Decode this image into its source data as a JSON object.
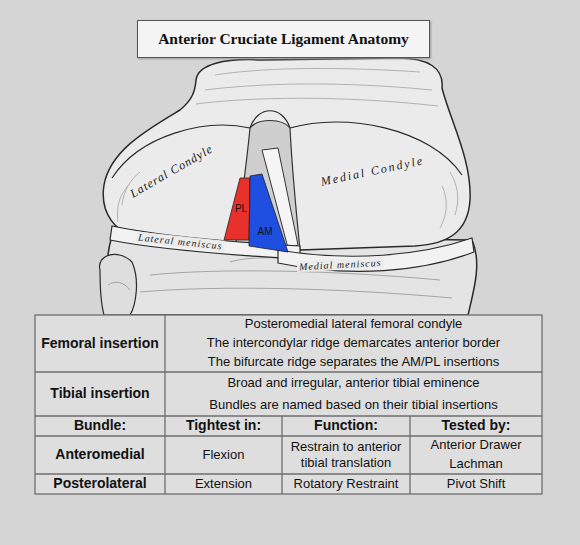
{
  "diagram": {
    "title": "Anterior Cruciate Ligament Anatomy",
    "nodes": [
      {
        "text": [
          "PL"
        ]
      },
      {
        "text": [
          "AM"
        ]
      }
    ],
    "labels": [
      "Lateral Condyle",
      "Medial Condyle",
      "Lateral meniscus",
      "Medial meniscus",
      "Femoral insertion",
      "Posteromedial lateral femoral condyle",
      "The intercondylar ridge demarcates anterior border",
      "The bifurcate ridge separates the AM/PL insertions",
      "Tibial insertion",
      "Broad and irregular, anterior tibial eminence",
      "Bundles are named based on their tibial insertions",
      "Bundle:",
      "Tightest in:",
      "Function:",
      "Tested by:",
      "Anteromedial",
      "Flexion",
      "Restrain to anterior tibial translation",
      "Anterior Drawer",
      "Lachman",
      "Posterolateral",
      "Extension",
      "Rotatory Restraint",
      "Pivot Shift"
    ]
  }
}
